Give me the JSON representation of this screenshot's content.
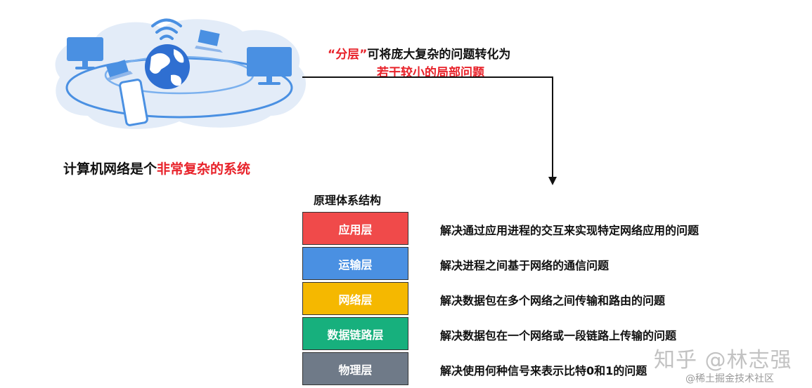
{
  "caption": {
    "prefix": "计算机网络是个",
    "highlight": "非常复杂的系统"
  },
  "quote": {
    "line1_open": "“",
    "line1_key": "分层",
    "line1_close": "”",
    "line1_rest": "可将庞大复杂的问题转化为",
    "line2": "若干较小的局部问题"
  },
  "architecture": {
    "title": "原理体系结构",
    "layers": [
      {
        "name": "应用层",
        "color": "#f04a4a",
        "description": "解决通过应用进程的交互来实现特定网络应用的问题"
      },
      {
        "name": "运输层",
        "color": "#4a90e2",
        "description": "解决进程之间基于网络的通信问题"
      },
      {
        "name": "网络层",
        "color": "#f5b800",
        "description": "解决数据包在多个网络之间传输和路由的问题"
      },
      {
        "name": "数据链路层",
        "color": "#17b07d",
        "description": "解决数据包在一个网络或一段链路上传输的问题"
      },
      {
        "name": "物理层",
        "color": "#6f7a88",
        "description": "解决使用何种信号来表示比特0和1的问题"
      }
    ]
  },
  "watermark": {
    "main": "知乎 @林志强",
    "sub": "@稀土掘金技术社区"
  },
  "colors": {
    "accent_red": "#e8222a",
    "connector": "#111111"
  },
  "icons": [
    "network-illustration",
    "globe-icon",
    "wifi-icon",
    "monitor-icon",
    "laptop-icon",
    "phone-icon",
    "arrow-down-icon"
  ]
}
